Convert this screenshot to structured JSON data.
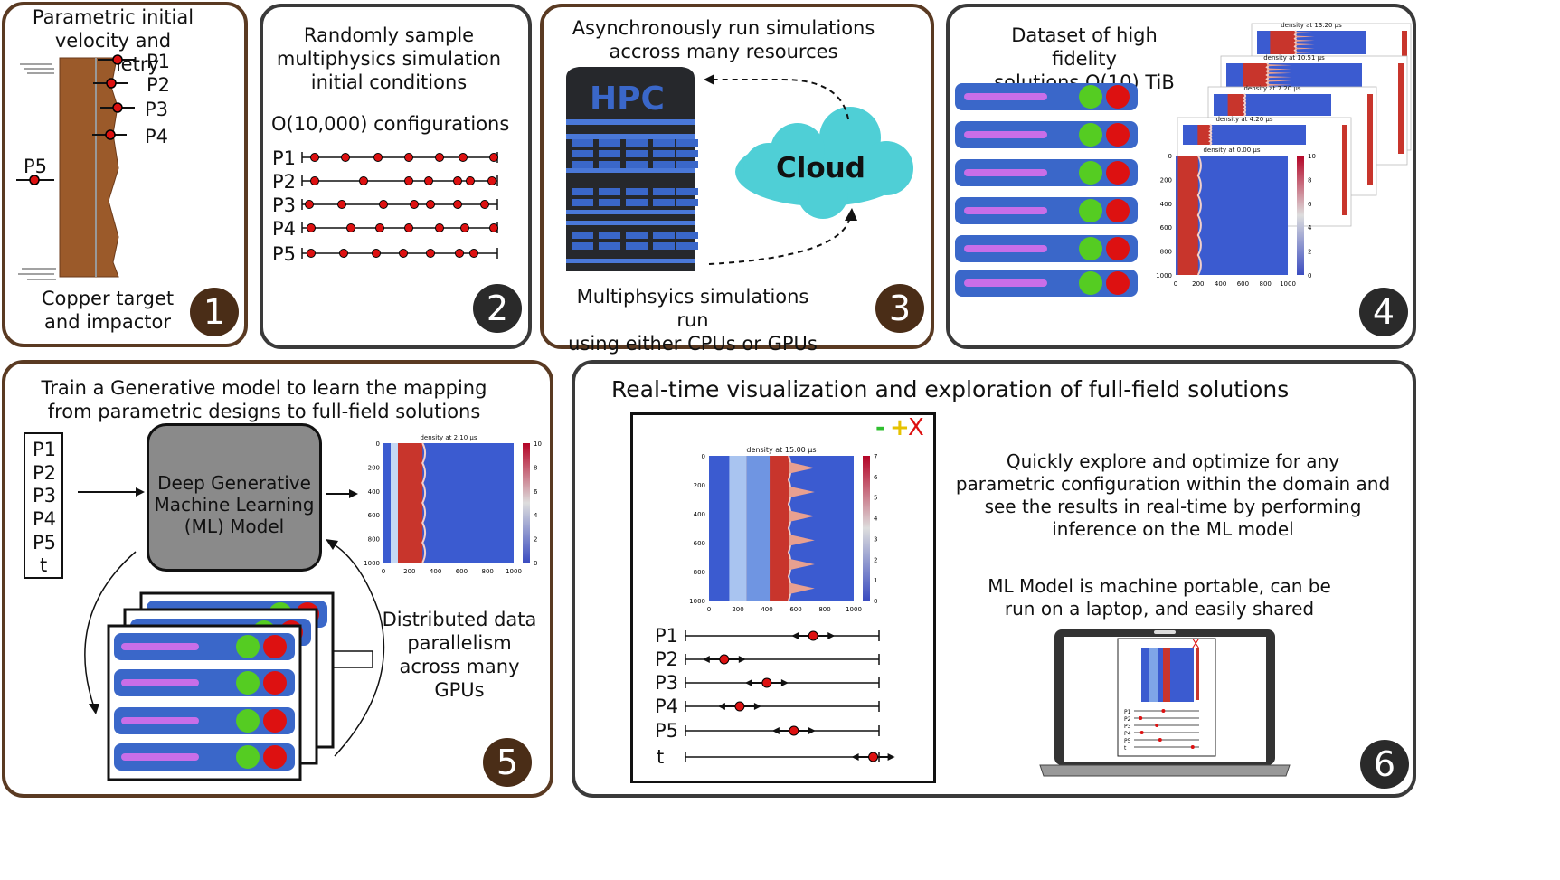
{
  "panel1": {
    "title": "Parametric initial\nvelocity and geometry",
    "params": [
      "P1",
      "P2",
      "P3",
      "P4",
      "P5"
    ],
    "caption": "Copper target\nand impactor",
    "number": "1"
  },
  "panel2": {
    "title": "Randomly sample\nmultiphysics simulation\ninitial conditions",
    "subtitle": "O(10,000) configurations",
    "params": [
      "P1",
      "P2",
      "P3",
      "P4",
      "P5"
    ],
    "number": "2"
  },
  "panel3": {
    "title": "Asynchronously run simulations\naccross many resources",
    "hpc_label": "HPC",
    "cloud_label": "Cloud",
    "caption": "Multiphsyics simulations run\nusing either CPUs or GPUs",
    "number": "3"
  },
  "panel4": {
    "title": "Dataset of high fidelity\nsolutions O(10) TiB",
    "plot_titles": [
      "density at 13.20 μs",
      "density at 10.51 μs",
      "density at 7.20 μs",
      "density at 4.20 μs",
      "density at 0.00 μs"
    ],
    "number": "4"
  },
  "panel5": {
    "title": "Train a Generative model to learn the mapping\nfrom parametric designs to full-field solutions",
    "inputs": [
      "P1",
      "P2",
      "P3",
      "P4",
      "P5",
      "t"
    ],
    "model_label": "Deep Generative\nMachine Learning\n(ML) Model",
    "plot_title": "density at 2.10 μs",
    "caption": "Distributed data\nparallelism\nacross many\nGPUs",
    "number": "5"
  },
  "panel6": {
    "title": "Real-time visualization and exploration of full-field solutions",
    "plot_title": "density at 15.00 μs",
    "sliders": [
      "P1",
      "P2",
      "P3",
      "P4",
      "P5",
      "t"
    ],
    "window_controls": {
      "minus": "-",
      "plus": "+",
      "close": "X"
    },
    "text1": "Quickly explore and optimize for any\nparametric configuration within the domain and\nsee the results in real-time by performing\ninference on the ML model",
    "text2": "ML Model is machine portable, can be\nrun on a laptop, and easily shared",
    "number": "6"
  },
  "axes": {
    "y_ticks": [
      "0",
      "200",
      "400",
      "600",
      "800",
      "1000"
    ],
    "x_ticks": [
      "0",
      "200",
      "400",
      "600",
      "800",
      "1000"
    ],
    "colorbar_ticks_large": [
      "0",
      "1",
      "2",
      "3",
      "4",
      "5",
      "6",
      "7"
    ],
    "colorbar_ticks_small": [
      "0",
      "2",
      "4",
      "6",
      "8",
      "10"
    ]
  },
  "colors": {
    "brown_border": "#5a3a22",
    "dark_border": "#3a3a3a",
    "copper": "#9b5a2a",
    "red_dot": "#dd1111",
    "green_dot": "#55cc22",
    "server_blue": "#3a67c9",
    "cloud": "#4fcfd6",
    "field_blue": "#3b5bd0",
    "field_red": "#c8352c"
  }
}
